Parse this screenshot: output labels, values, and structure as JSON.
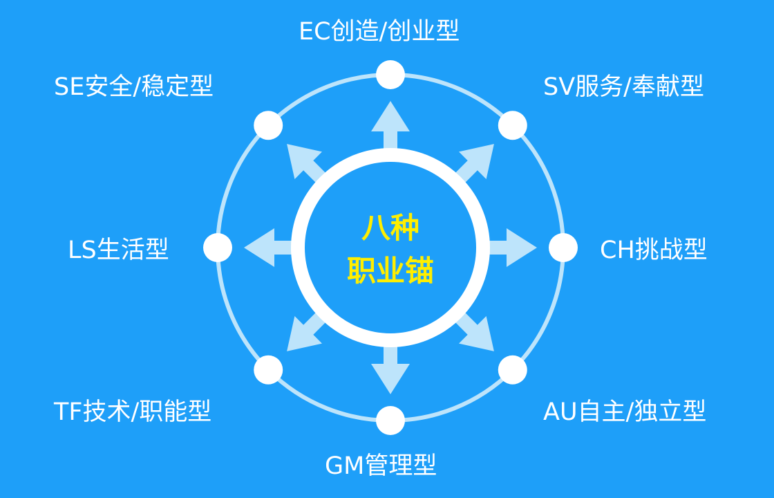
{
  "center": {
    "line1": "八种",
    "line2": "职业锚"
  },
  "anchors": [
    {
      "id": "ec",
      "label": "EC创造/创业型"
    },
    {
      "id": "sv",
      "label": "SV服务/奉献型"
    },
    {
      "id": "ch",
      "label": "CH挑战型"
    },
    {
      "id": "au",
      "label": "AU自主/独立型"
    },
    {
      "id": "gm",
      "label": "GM管理型"
    },
    {
      "id": "tf",
      "label": "TF技术/职能型"
    },
    {
      "id": "ls",
      "label": "LS生活型"
    },
    {
      "id": "se",
      "label": "SE安全/稳定型"
    }
  ],
  "colors": {
    "background": "#1e9ff9",
    "ring": "#bde4fb",
    "arrow": "#bde4fb",
    "node": "#ffffff",
    "center_text": "#ffee00"
  }
}
